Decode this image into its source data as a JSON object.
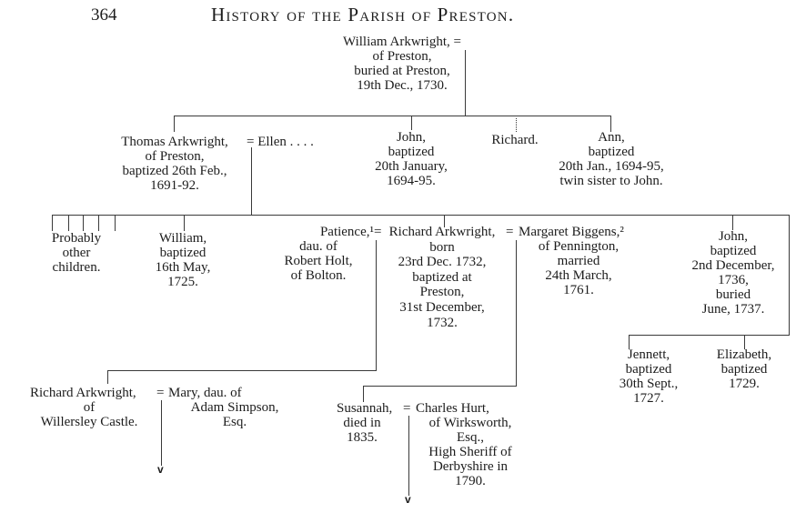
{
  "page": {
    "number": "364",
    "running_head": "History of the Parish of Preston."
  },
  "symbols": {
    "marriage": "=",
    "descent_arrow": "v"
  },
  "generation_1": {
    "william_arkwright": {
      "lines": [
        "William Arkwright, =",
        "of Preston,",
        "buried at Preston,",
        "19th Dec., 1730."
      ]
    }
  },
  "generation_2": {
    "thomas_arkwright": {
      "lines": [
        "Thomas Arkwright,",
        "of Preston,",
        "baptized 26th Feb.,",
        "1691-92."
      ]
    },
    "ellen": {
      "name": "= Ellen . . . ."
    },
    "john": {
      "lines": [
        "John,",
        "baptized",
        "20th January,",
        "1694-95."
      ]
    },
    "richard": {
      "lines": [
        "Richard."
      ]
    },
    "ann": {
      "lines": [
        "Ann,",
        "baptized",
        "20th Jan., 1694-95,",
        "twin sister to John."
      ]
    }
  },
  "generation_3": {
    "other_children": {
      "lines": [
        "Probably",
        "other",
        "children."
      ]
    },
    "william": {
      "lines": [
        "William,",
        "baptized",
        "16th May,",
        "1725."
      ]
    },
    "patience": {
      "name": "Patience,¹",
      "lines": [
        "dau. of",
        "Robert Holt,",
        "of Bolton."
      ]
    },
    "richard_arkwright": {
      "lines": [
        "Richard Arkwright,",
        "born",
        "23rd Dec. 1732,",
        "baptized at",
        "Preston,",
        "31st December,",
        "1732."
      ]
    },
    "margaret_biggens": {
      "name": "Margaret Biggens,²",
      "lines": [
        "of Pennington,",
        "married",
        "24th March,",
        "1761."
      ]
    },
    "john": {
      "lines": [
        "John,",
        "baptized",
        "2nd December,",
        "1736,",
        "buried",
        "June, 1737."
      ]
    },
    "jennett": {
      "lines": [
        "Jennett,",
        "baptized",
        "30th Sept.,",
        "1727."
      ]
    },
    "elizabeth": {
      "lines": [
        "Elizabeth,",
        "baptized",
        "1729."
      ]
    }
  },
  "generation_4": {
    "richard_arkwright_willersley": {
      "name": "Richard Arkwright,",
      "lines": [
        "of",
        "Willersley Castle."
      ]
    },
    "mary_simpson": {
      "name": "Mary, dau. of",
      "lines": [
        "Adam Simpson,",
        "Esq."
      ]
    },
    "susannah": {
      "name": "Susannah,",
      "lines": [
        "died in",
        "1835."
      ]
    },
    "charles_hurt": {
      "name": "Charles Hurt,",
      "lines": [
        "of Wirksworth,",
        "Esq.,",
        "High Sheriff of",
        "Derbyshire in",
        "1790."
      ]
    }
  }
}
